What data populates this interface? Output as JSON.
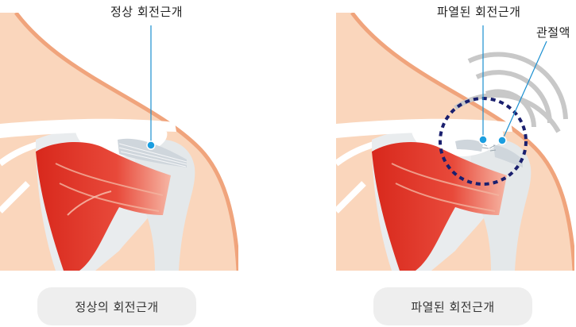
{
  "left": {
    "callout": "정상 회전근개",
    "caption": "정상의 회전근개"
  },
  "right": {
    "callout_tear": "파열된 회전근개",
    "callout_fluid": "관절액",
    "caption": "파열된 회전근개"
  },
  "colors": {
    "skin": "#fad6bc",
    "skin_edge": "#f0a47c",
    "bone": "#e9ecee",
    "muscle": "#e03a2a",
    "callout_line": "#1a8fd0",
    "dot": "#1b9ee0",
    "dashed_circle": "#1a1f6e",
    "arcs": "#c8c8c8",
    "caption_bg": "#eeeeee"
  }
}
